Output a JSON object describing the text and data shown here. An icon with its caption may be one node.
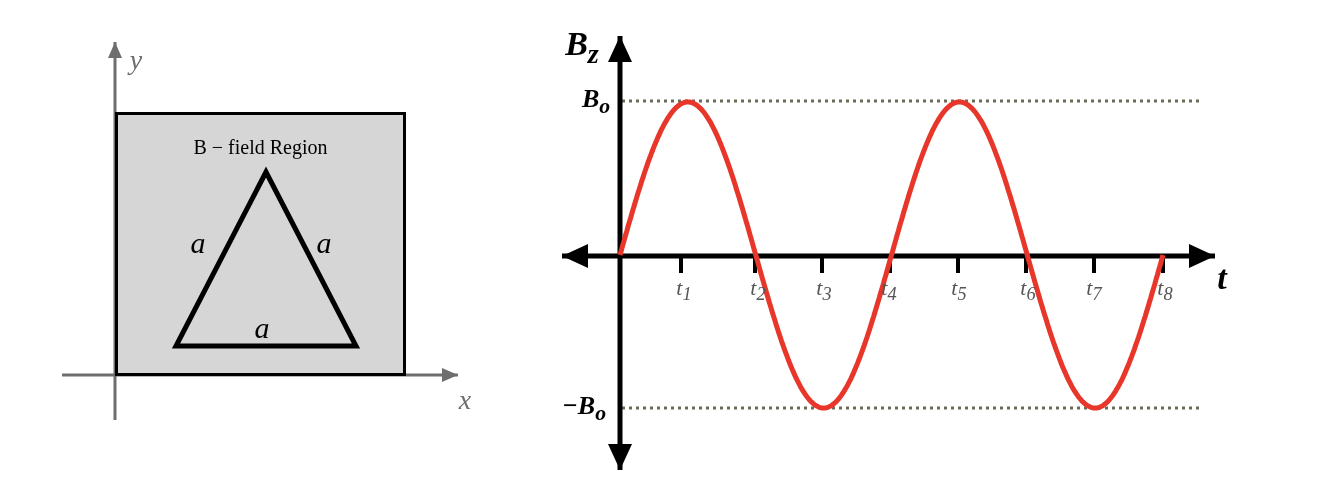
{
  "diagram": {
    "nodes": [
      {
        "text": [
          "B − field Region"
        ]
      },
      {
        "text": [],
        "shape": "triangle",
        "in": 0
      }
    ],
    "edges": [],
    "labels": [
      "y",
      "a",
      "a",
      "a",
      "x",
      "B$_{z}$",
      "B$_{o}$",
      "t",
      "t$_{1}$",
      "t$_{2}$",
      "t$_{3}$",
      "t$_{4}$",
      "t$_{5}$",
      "t$_{6}$",
      "t$_{7}$",
      "t$_{8}$",
      "−B$_{o}$"
    ]
  }
}
